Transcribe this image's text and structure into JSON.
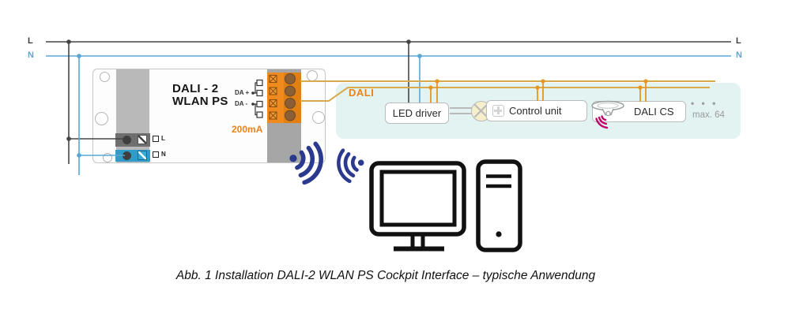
{
  "mains": {
    "l_left": "L",
    "n_left": "N",
    "l_right": "L",
    "n_right": "N"
  },
  "device": {
    "name": "DALI - 2\nWLAN PS",
    "da_plus": "DA +",
    "da_minus": "DA -",
    "current_rating": "200mA",
    "terminal_l": "L",
    "terminal_n": "N"
  },
  "bus": {
    "label": "DALI"
  },
  "components": {
    "led_driver": "LED driver",
    "control_unit": "Control unit",
    "dali_cs": "DALI CS",
    "more_dots": "• • •",
    "max_count": "max. 64"
  },
  "caption": "Abb. 1 Installation DALI-2 WLAN PS Cockpit Interface – typische Anwendung",
  "colors": {
    "l_line": "#454545",
    "n_line": "#5aa7d6",
    "dali_wire": "#d9a94e",
    "dali_accent": "#e8951f",
    "orange_text": "#e8831d",
    "panel": "#e2f3f2",
    "wifi_blue": "#2b3a8f",
    "sensor_magenta": "#c4006a",
    "terminal_blue": "#2f9cc9",
    "muted_gray": "#9b9b9b"
  }
}
